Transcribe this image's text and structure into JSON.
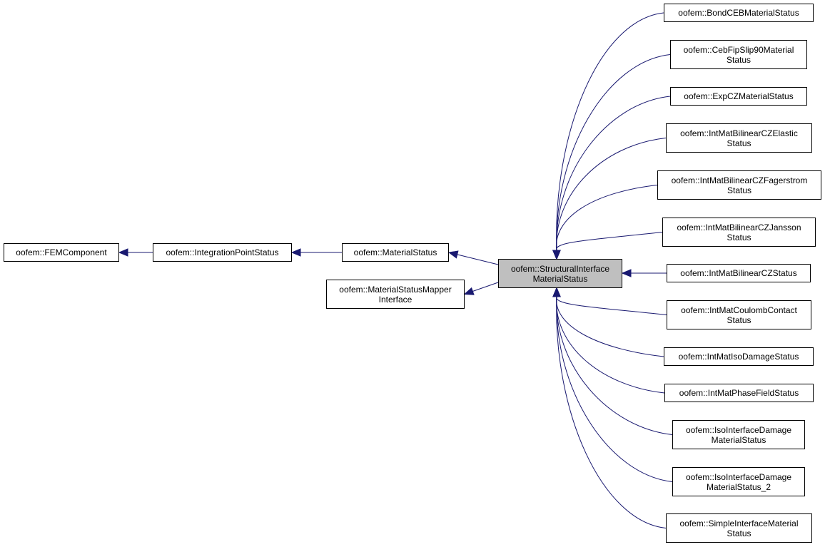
{
  "diagram": {
    "edge_color": "#191970",
    "focus_fill": "#bfbfbf",
    "nodes": {
      "fem_component": {
        "line1": "oofem::FEMComponent",
        "line2": ""
      },
      "integration_point_status": {
        "line1": "oofem::IntegrationPointStatus",
        "line2": ""
      },
      "material_status": {
        "line1": "oofem::MaterialStatus",
        "line2": ""
      },
      "material_status_mapper_interface": {
        "line1": "oofem::MaterialStatusMapper",
        "line2": "Interface"
      },
      "structural_interface_material_status": {
        "line1": "oofem::StructuralInterface",
        "line2": "MaterialStatus"
      },
      "bond_ceb_material_status": {
        "line1": "oofem::BondCEBMaterialStatus",
        "line2": ""
      },
      "ceb_fip_slip90_material_status": {
        "line1": "oofem::CebFipSlip90Material",
        "line2": "Status"
      },
      "exp_cz_material_status": {
        "line1": "oofem::ExpCZMaterialStatus",
        "line2": ""
      },
      "int_mat_bilinear_cz_elastic_status": {
        "line1": "oofem::IntMatBilinearCZElastic",
        "line2": "Status"
      },
      "int_mat_bilinear_cz_fagerstrom_status": {
        "line1": "oofem::IntMatBilinearCZFagerstrom",
        "line2": "Status"
      },
      "int_mat_bilinear_cz_jansson_status": {
        "line1": "oofem::IntMatBilinearCZJansson",
        "line2": "Status"
      },
      "int_mat_bilinear_cz_status": {
        "line1": "oofem::IntMatBilinearCZStatus",
        "line2": ""
      },
      "int_mat_coulomb_contact_status": {
        "line1": "oofem::IntMatCoulombContact",
        "line2": "Status"
      },
      "int_mat_iso_damage_status": {
        "line1": "oofem::IntMatIsoDamageStatus",
        "line2": ""
      },
      "int_mat_phase_field_status": {
        "line1": "oofem::IntMatPhaseFieldStatus",
        "line2": ""
      },
      "iso_interface_damage_material_status": {
        "line1": "oofem::IsoInterfaceDamage",
        "line2": "MaterialStatus"
      },
      "iso_interface_damage_material_status_2": {
        "line1": "oofem::IsoInterfaceDamage",
        "line2": "MaterialStatus_2"
      },
      "simple_interface_material_status": {
        "line1": "oofem::SimpleInterfaceMaterial",
        "line2": "Status"
      }
    },
    "edges": [
      {
        "from": "integration_point_status",
        "to": "fem_component"
      },
      {
        "from": "material_status",
        "to": "integration_point_status"
      },
      {
        "from": "structural_interface_material_status",
        "to": "material_status"
      },
      {
        "from": "structural_interface_material_status",
        "to": "material_status_mapper_interface"
      },
      {
        "from": "bond_ceb_material_status",
        "to": "structural_interface_material_status"
      },
      {
        "from": "ceb_fip_slip90_material_status",
        "to": "structural_interface_material_status"
      },
      {
        "from": "exp_cz_material_status",
        "to": "structural_interface_material_status"
      },
      {
        "from": "int_mat_bilinear_cz_elastic_status",
        "to": "structural_interface_material_status"
      },
      {
        "from": "int_mat_bilinear_cz_fagerstrom_status",
        "to": "structural_interface_material_status"
      },
      {
        "from": "int_mat_bilinear_cz_jansson_status",
        "to": "structural_interface_material_status"
      },
      {
        "from": "int_mat_bilinear_cz_status",
        "to": "structural_interface_material_status"
      },
      {
        "from": "int_mat_coulomb_contact_status",
        "to": "structural_interface_material_status"
      },
      {
        "from": "int_mat_iso_damage_status",
        "to": "structural_interface_material_status"
      },
      {
        "from": "int_mat_phase_field_status",
        "to": "structural_interface_material_status"
      },
      {
        "from": "iso_interface_damage_material_status",
        "to": "structural_interface_material_status"
      },
      {
        "from": "iso_interface_damage_material_status_2",
        "to": "structural_interface_material_status"
      },
      {
        "from": "simple_interface_material_status",
        "to": "structural_interface_material_status"
      }
    ]
  }
}
